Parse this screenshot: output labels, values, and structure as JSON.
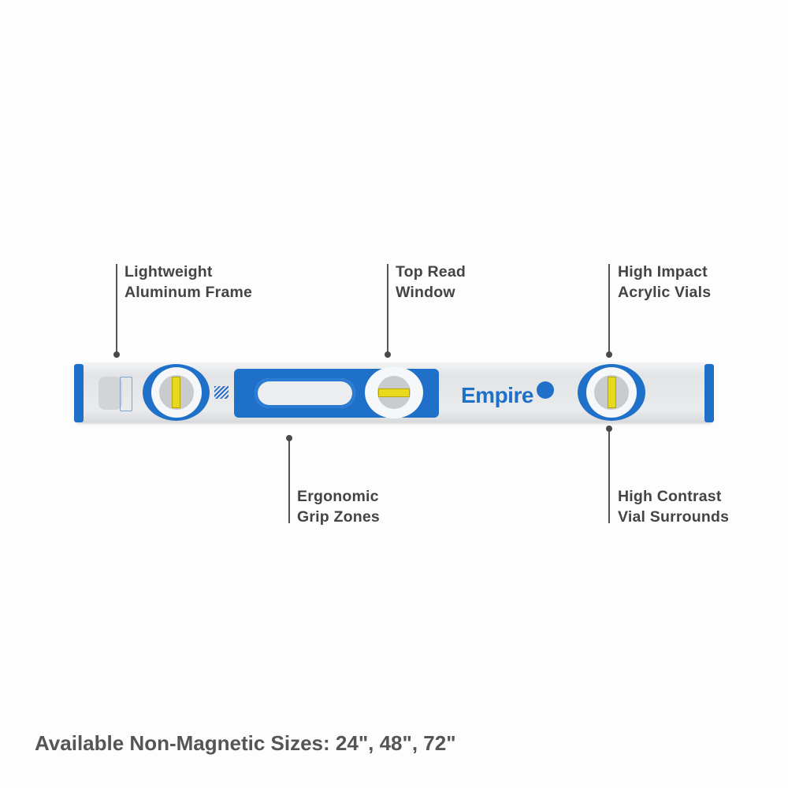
{
  "callouts": [
    {
      "line1": "Lightweight",
      "line2": "Aluminum Frame"
    },
    {
      "line1": "Top Read",
      "line2": "Window"
    },
    {
      "line1": "High Impact",
      "line2": "Acrylic Vials"
    },
    {
      "line1": "Ergonomic",
      "line2": "Grip Zones"
    },
    {
      "line1": "High Contrast",
      "line2": "Vial Surrounds"
    }
  ],
  "product": {
    "brand": "Empire",
    "brand_color": "#1f70c9",
    "vial_color": "#e8d81e"
  },
  "footer": "Available Non-Magnetic Sizes: 24\", 48\", 72\""
}
